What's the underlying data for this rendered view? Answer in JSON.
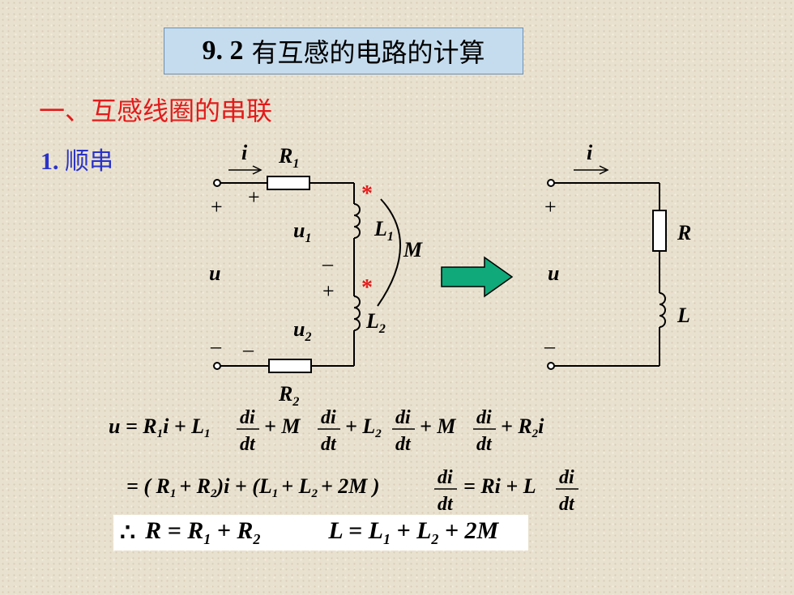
{
  "title": {
    "number": "9. 2",
    "text": "有互感的电路的计算"
  },
  "section_heading": "一、互感线圈的串联",
  "subsection": {
    "number": "1.",
    "text": "顺串"
  },
  "left_circuit": {
    "current": "i",
    "r1": "R",
    "r1_sub": "1",
    "r2": "R",
    "r2_sub": "2",
    "l1": "L",
    "l1_sub": "1",
    "l2": "L",
    "l2_sub": "2",
    "mutual": "M",
    "u": "u",
    "u1": "u",
    "u1_sub": "1",
    "u2": "u",
    "u2_sub": "2",
    "plus": "+",
    "minus": "–",
    "dot_mark": "*"
  },
  "right_circuit": {
    "current": "i",
    "r": "R",
    "l": "L",
    "u": "u",
    "plus": "+",
    "minus": "–"
  },
  "arrow_color": "#0fa97a",
  "highlight_color": "#e21b1b",
  "equations": {
    "line1_lhs": "u = R",
    "line1_rest": "i + L",
    "line1_m1": "+ M",
    "line1_l2": "+ L",
    "line1_m2": "+ M",
    "line1_r2": "+ R",
    "line1_tail": "i",
    "dfrac_num": "di",
    "dfrac_den": "dt",
    "line2_part1": "= ( R",
    "line2_part2": "+ R",
    "line2_part3": ")i + (L",
    "line2_part4": "+ L",
    "line2_part5": "+ 2M )",
    "line2_part6": "= Ri + L",
    "result_therefore": "∴",
    "result_r": "R = R",
    "result_r_plus": "+ R",
    "result_l": "L = L",
    "result_l_plus": "+ L",
    "result_l_tail": "+ 2M"
  },
  "subscripts": {
    "one": "1",
    "two": "2"
  }
}
